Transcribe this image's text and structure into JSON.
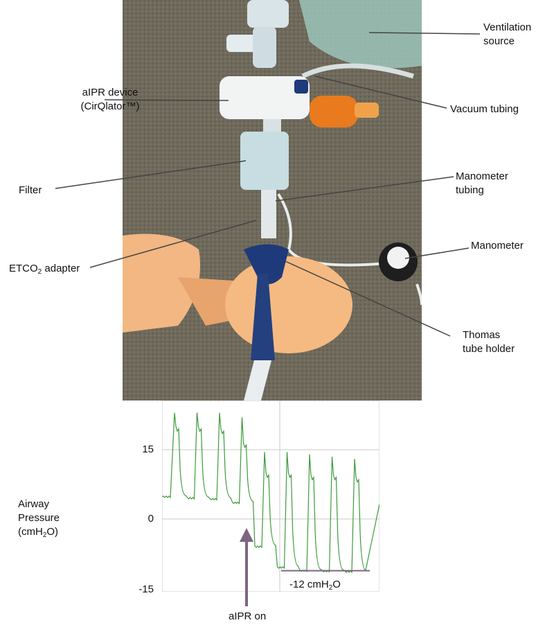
{
  "labels": {
    "ventilation": "Ventilation\nsource",
    "aipr_device_line1": "aIPR device",
    "aipr_device_line2": "(CirQlator™)",
    "vacuum": "Vacuum tubing",
    "filter": "Filter",
    "manometer_tubing_line1": "Manometer",
    "manometer_tubing_line2": "tubing",
    "etco2_pre": "ETCO",
    "etco2_sub": "2",
    "etco2_post": " adapter",
    "manometer": "Manometer",
    "thomas_line1": "Thomas",
    "thomas_line2": "tube holder"
  },
  "chart_data": {
    "type": "line",
    "ylabel_line1": "Airway",
    "ylabel_line2": "Pressure",
    "ylabel_line3_pre": "(cmH",
    "ylabel_line3_sub": "2",
    "ylabel_line3_post": "O)",
    "yticks": [
      "15",
      "0",
      "-15"
    ],
    "ylim": [
      -15,
      24
    ],
    "grid": true,
    "annotation_pressure_pre": "-12 cmH",
    "annotation_pressure_sub": "2",
    "annotation_pressure_post": "O",
    "annotation_arrow": "aIPR on",
    "series_color": "#3a9a3a",
    "arrow_color": "#7d6582",
    "baseline_color": "#7d6582",
    "breaths": [
      {
        "base": 4.8,
        "peak": 23,
        "plateau": 19
      },
      {
        "base": 4.5,
        "peak": 23,
        "plateau": 19
      },
      {
        "base": 4.3,
        "peak": 23,
        "plateau": 18.5
      },
      {
        "base": 3.5,
        "peak": 22,
        "plateau": 15.5
      },
      {
        "base": -6,
        "peak": 14.5,
        "plateau": 9
      },
      {
        "base": -10.5,
        "peak": 14.5,
        "plateau": 9
      },
      {
        "base": -11.2,
        "peak": 14,
        "plateau": 8.5
      },
      {
        "base": -11.3,
        "peak": 13.5,
        "plateau": 8.5
      },
      {
        "base": -11.4,
        "peak": 13,
        "plateau": 8
      }
    ]
  }
}
